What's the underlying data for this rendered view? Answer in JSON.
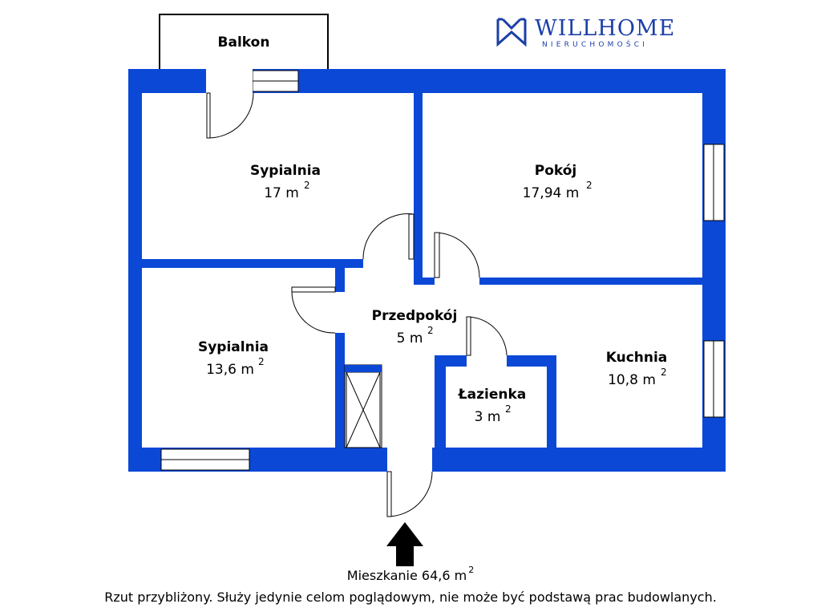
{
  "logo": {
    "name": "WILLHOME",
    "subtitle": "NIERUCHOMOŚCI",
    "brand_color": "#1b3fa8"
  },
  "colors": {
    "wall": "#0b48d6",
    "window": "#ffffff",
    "outline": "#000000"
  },
  "balcony": {
    "label": "Balkon"
  },
  "rooms": {
    "bedroom_top": {
      "name": "Sypialnia",
      "area": "17 m",
      "sup": "2"
    },
    "living_room": {
      "name": "Pokój",
      "area": "17,94 m",
      "sup": "2"
    },
    "bedroom_bottom": {
      "name": "Sypialnia",
      "area": "13,6 m",
      "sup": "2"
    },
    "hallway": {
      "name": "Przedpokój",
      "area": "5 m",
      "sup": "2"
    },
    "bathroom": {
      "name": "Łazienka",
      "area": "3 m",
      "sup": "2"
    },
    "kitchen": {
      "name": "Kuchnia",
      "area": "10,8 m",
      "sup": "2"
    }
  },
  "entrance": {
    "icon": "arrow-up-icon"
  },
  "footer": {
    "total": "Mieszkanie 64,6 m",
    "total_sup": "2",
    "disclaimer": "Rzut przybliżony. Służy jedynie celom poglądowym, nie może być podstawą prac budowlanych."
  }
}
